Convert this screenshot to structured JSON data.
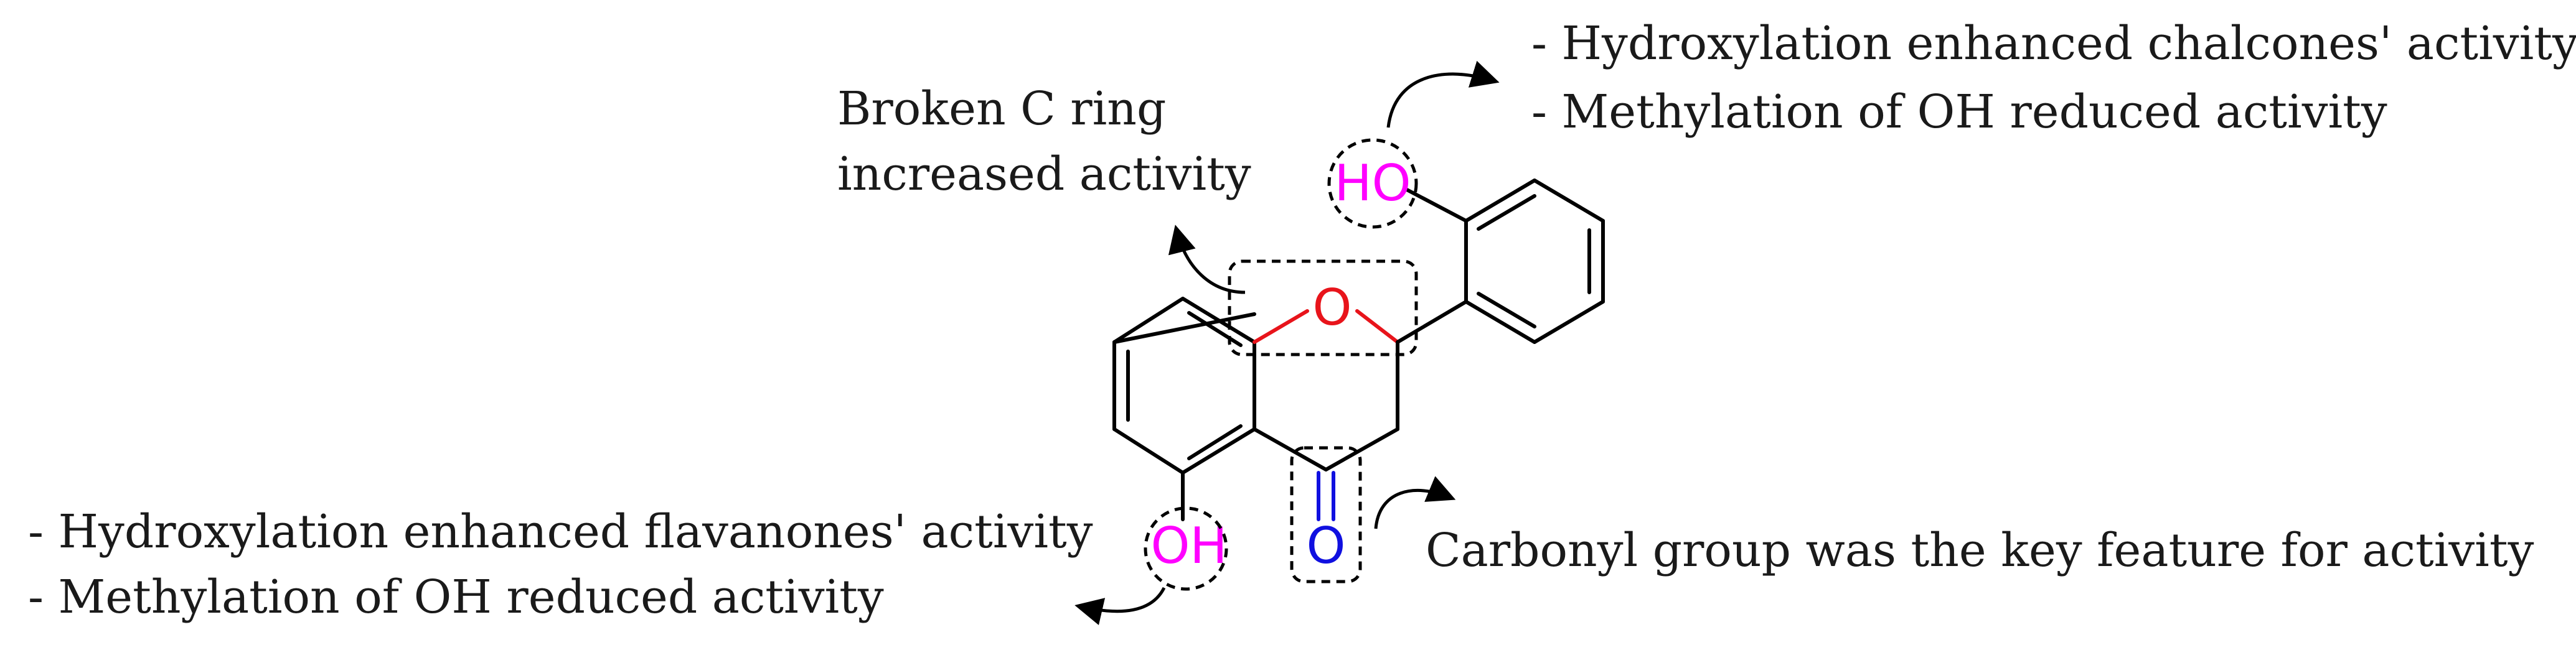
{
  "annotations": {
    "c_ring": {
      "line1": "Broken C ring",
      "line2": "increased activity"
    },
    "chalcone": {
      "line1": "- Hydroxylation enhanced chalcones' activity",
      "line2": "- Methylation of OH reduced activity"
    },
    "flavanone": {
      "line1": "- Hydroxylation enhanced flavanones' activity",
      "line2": "- Methylation of OH reduced activity"
    },
    "carbonyl": {
      "line1": "Carbonyl group was the key feature for activity"
    }
  },
  "atoms": {
    "ring_oxygen": "O",
    "carbonyl_oxygen": "O",
    "hydroxyl_top": "HO",
    "hydroxyl_bottom": "OH"
  },
  "colors": {
    "ring_oxygen": "#e8141b",
    "carbonyl": "#1010e0",
    "hydroxyl": "#ff00ff",
    "bond": "#000000",
    "text": "#1a1a1a"
  }
}
